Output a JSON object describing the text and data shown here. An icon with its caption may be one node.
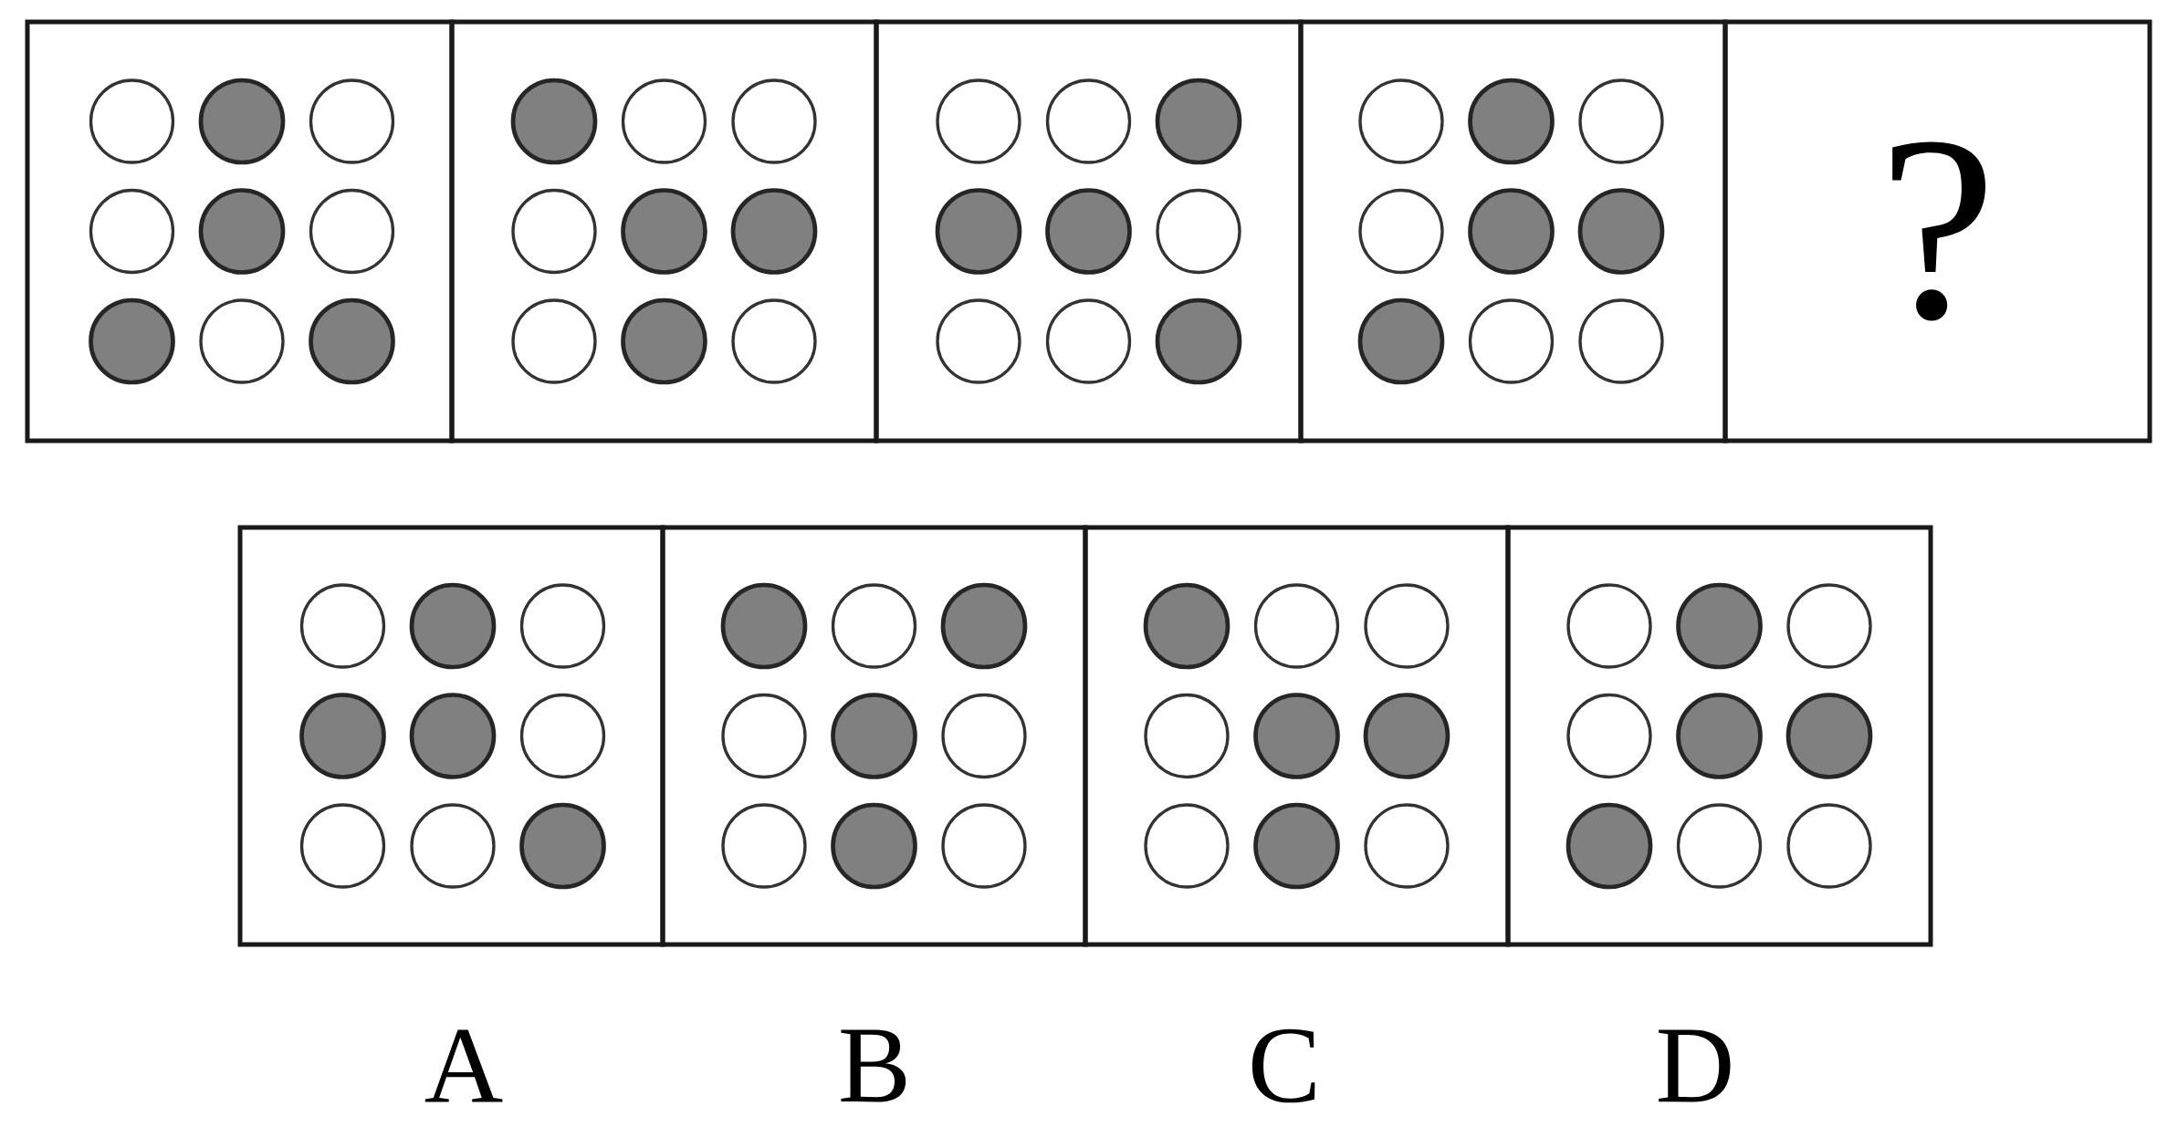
{
  "diagram": {
    "nodes": [
      {
        "text": [],
        "shape": "box"
      },
      {
        "text": [],
        "shape": "circle",
        "in": 0
      },
      {
        "text": [],
        "shape": "dot",
        "in": 0
      },
      {
        "text": [],
        "shape": "circle",
        "in": 0
      },
      {
        "text": [],
        "shape": "circle",
        "in": 0
      },
      {
        "text": [],
        "shape": "dot",
        "in": 0
      },
      {
        "text": [],
        "shape": "circle",
        "in": 0
      },
      {
        "text": [],
        "shape": "dot",
        "in": 0
      },
      {
        "text": [],
        "shape": "circle",
        "in": 0
      },
      {
        "text": [],
        "shape": "dot",
        "in": 0
      },
      {
        "text": [],
        "shape": "box"
      },
      {
        "text": [],
        "shape": "dot",
        "in": 10
      },
      {
        "text": [],
        "shape": "circle",
        "in": 10
      },
      {
        "text": [],
        "shape": "circle",
        "in": 10
      },
      {
        "text": [],
        "shape": "circle",
        "in": 10
      },
      {
        "text": [],
        "shape": "dot",
        "in": 10
      },
      {
        "text": [],
        "shape": "dot",
        "in": 10
      },
      {
        "text": [],
        "shape": "circle",
        "in": 10
      },
      {
        "text": [],
        "shape": "dot",
        "in": 10
      },
      {
        "text": [],
        "shape": "circle",
        "in": 10
      },
      {
        "text": [],
        "shape": "box"
      },
      {
        "text": [],
        "shape": "circle",
        "in": 20
      },
      {
        "text": [],
        "shape": "circle",
        "in": 20
      },
      {
        "text": [],
        "shape": "dot",
        "in": 20
      },
      {
        "text": [],
        "shape": "dot",
        "in": 20
      },
      {
        "text": [],
        "shape": "dot",
        "in": 20
      },
      {
        "text": [],
        "shape": "circle",
        "in": 20
      },
      {
        "text": [],
        "shape": "circle",
        "in": 20
      },
      {
        "text": [],
        "shape": "circle",
        "in": 20
      },
      {
        "text": [],
        "shape": "dot",
        "in": 20
      },
      {
        "text": [],
        "shape": "box"
      },
      {
        "text": [],
        "shape": "circle",
        "in": 30
      },
      {
        "text": [],
        "shape": "dot",
        "in": 30
      },
      {
        "text": [],
        "shape": "circle",
        "in": 30
      },
      {
        "text": [],
        "shape": "circle",
        "in": 30
      },
      {
        "text": [],
        "shape": "dot",
        "in": 30
      },
      {
        "text": [],
        "shape": "dot",
        "in": 30
      },
      {
        "text": [],
        "shape": "dot",
        "in": 30
      },
      {
        "text": [],
        "shape": "circle",
        "in": 30
      },
      {
        "text": [],
        "shape": "circle",
        "in": 30
      },
      {
        "text": [
          "?"
        ]
      },
      {
        "text": [],
        "shape": "box",
        "beside": [
          "A"
        ]
      },
      {
        "text": [],
        "shape": "circle",
        "in": 41
      },
      {
        "text": [],
        "shape": "dot",
        "in": 41
      },
      {
        "text": [],
        "shape": "circle",
        "in": 41
      },
      {
        "text": [],
        "shape": "dot",
        "in": 41
      },
      {
        "text": [],
        "shape": "dot",
        "in": 41
      },
      {
        "text": [],
        "shape": "circle",
        "in": 41
      },
      {
        "text": [],
        "shape": "circle",
        "in": 41
      },
      {
        "text": [],
        "shape": "circle",
        "in": 41
      },
      {
        "text": [],
        "shape": "dot",
        "in": 41
      },
      {
        "text": [],
        "shape": "box",
        "beside": [
          "B"
        ]
      },
      {
        "text": [],
        "shape": "dot",
        "in": 51
      },
      {
        "text": [],
        "shape": "circle",
        "in": 51
      },
      {
        "text": [],
        "shape": "dot",
        "in": 51
      },
      {
        "text": [],
        "shape": "circle",
        "in": 51
      },
      {
        "text": [],
        "shape": "dot",
        "in": 51
      },
      {
        "text": [],
        "shape": "circle",
        "in": 51
      },
      {
        "text": [],
        "shape": "circle",
        "in": 51
      },
      {
        "text": [],
        "shape": "dot",
        "in": 51
      },
      {
        "text": [],
        "shape": "circle",
        "in": 51
      },
      {
        "text": [],
        "shape": "box",
        "beside": [
          "C"
        ]
      },
      {
        "text": [],
        "shape": "dot",
        "in": 61
      },
      {
        "text": [],
        "shape": "circle",
        "in": 61
      },
      {
        "text": [],
        "shape": "circle",
        "in": 61
      },
      {
        "text": [],
        "shape": "circle",
        "in": 61
      },
      {
        "text": [],
        "shape": "dot",
        "in": 61
      },
      {
        "text": [],
        "shape": "dot",
        "in": 61
      },
      {
        "text": [],
        "shape": "circle",
        "in": 61
      },
      {
        "text": [],
        "shape": "dot",
        "in": 61
      },
      {
        "text": [],
        "shape": "circle",
        "in": 61
      },
      {
        "text": [],
        "shape": "box",
        "beside": [
          "D"
        ]
      },
      {
        "text": [],
        "shape": "circle",
        "in": 71
      },
      {
        "text": [],
        "shape": "dot",
        "in": 71
      },
      {
        "text": [],
        "shape": "circle",
        "in": 71
      },
      {
        "text": [],
        "shape": "circle",
        "in": 71
      },
      {
        "text": [],
        "shape": "dot",
        "in": 71
      },
      {
        "text": [],
        "shape": "dot",
        "in": 71
      },
      {
        "text": [],
        "shape": "dot",
        "in": 71
      },
      {
        "text": [],
        "shape": "circle",
        "in": 71
      },
      {
        "text": [],
        "shape": "circle",
        "in": 71
      }
    ]
  }
}
